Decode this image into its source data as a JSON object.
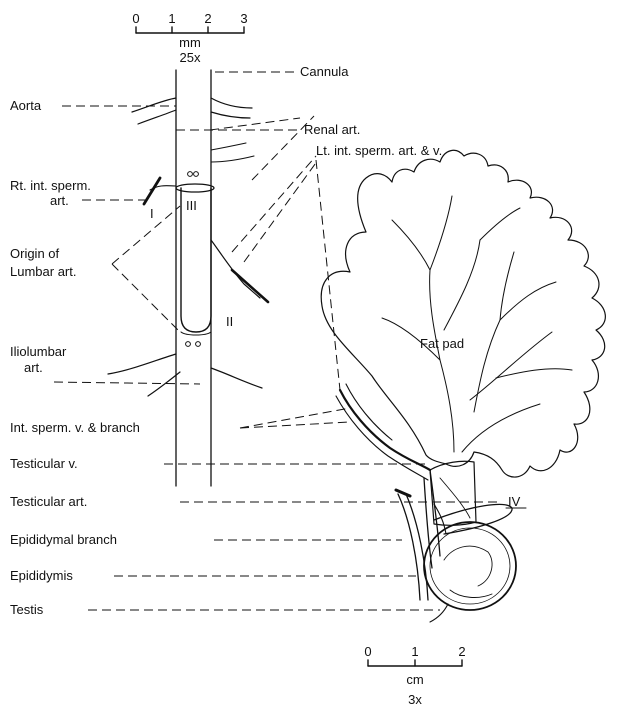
{
  "scale_top": {
    "ticks": [
      "0",
      "1",
      "2",
      "3"
    ],
    "unit": "mm",
    "magnification": "25x"
  },
  "scale_bottom": {
    "ticks": [
      "0",
      "1",
      "2"
    ],
    "unit": "cm",
    "magnification": "3x"
  },
  "labels": {
    "cannula": "Cannula",
    "aorta": "Aorta",
    "renal_art": "Renal art.",
    "lt_int_sperm": "Lt. int. sperm. art. & v.",
    "rt_int_sperm_1": "Rt. int. sperm.",
    "rt_int_sperm_2": "art.",
    "origin_lumbar_1": "Origin of",
    "origin_lumbar_2": "Lumbar art.",
    "iliolumbar_1": "Iliolumbar",
    "iliolumbar_2": "art.",
    "fat_pad": "Fat pad",
    "int_sperm_v": "Int. sperm. v. & branch",
    "testicular_v": "Testicular v.",
    "testicular_art": "Testicular art.",
    "epididymal_branch": "Epididymal branch",
    "epididymis": "Epididymis",
    "testis": "Testis"
  },
  "ligature_markers": {
    "i": "I",
    "ii": "II",
    "iii": "III",
    "iv": "IV"
  }
}
